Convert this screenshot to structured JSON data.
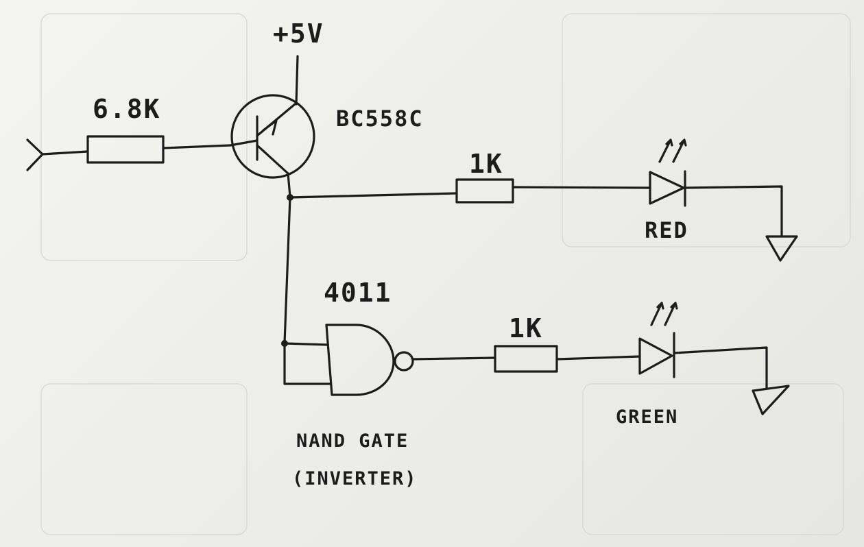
{
  "labels": {
    "supply": "+5V",
    "base_resistor": "6.8K",
    "transistor": "BC558C",
    "red_resistor": "1K",
    "red_led": "RED",
    "gate_ic": "4011",
    "green_resistor": "1K",
    "green_led": "GREEN",
    "gate_name_line1": "NAND GATE",
    "gate_name_line2": "(INVERTER)"
  },
  "colors": {
    "ink": "#1c1c1c",
    "paper": "#efefec"
  }
}
